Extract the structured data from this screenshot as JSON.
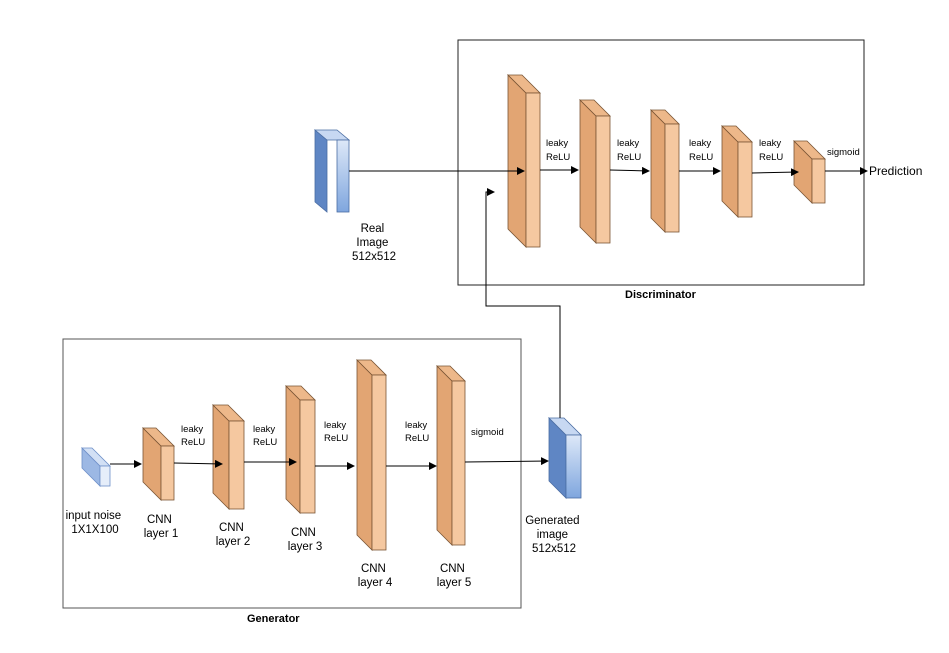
{
  "discriminator": {
    "title": "Discriminator",
    "activations": [
      "leaky\nReLU",
      "leaky\nReLU",
      "leaky\nReLU",
      "leaky\nReLU"
    ],
    "output_activation": "sigmoid",
    "output_label": "Prediction"
  },
  "real_image": {
    "label": "Real\nImage\n512x512"
  },
  "generator": {
    "title": "Generator",
    "input_label": "input  noise\n1X1X100",
    "layers": [
      "CNN\nlayer 1",
      "CNN\nlayer 2",
      "CNN\nlayer 3",
      "CNN\nlayer 4",
      "CNN\nlayer 5"
    ],
    "activations": [
      "leaky\nReLU",
      "leaky\nReLU",
      "leaky\nReLU",
      "leaky\nReLU"
    ],
    "output_activation": "sigmoid",
    "output_label": "Generated\nimage\n512x512"
  },
  "colors": {
    "cnn_front": "#f5c8a0",
    "cnn_side": "#e2a573",
    "cnn_top": "#edb88a",
    "cnn_stroke": "#7a5535",
    "image_front_top": "#dde8f8",
    "image_front_bottom": "#7fa6de",
    "image_side": "#5f86c4",
    "box_stroke": "#222222",
    "line": "#000000"
  }
}
